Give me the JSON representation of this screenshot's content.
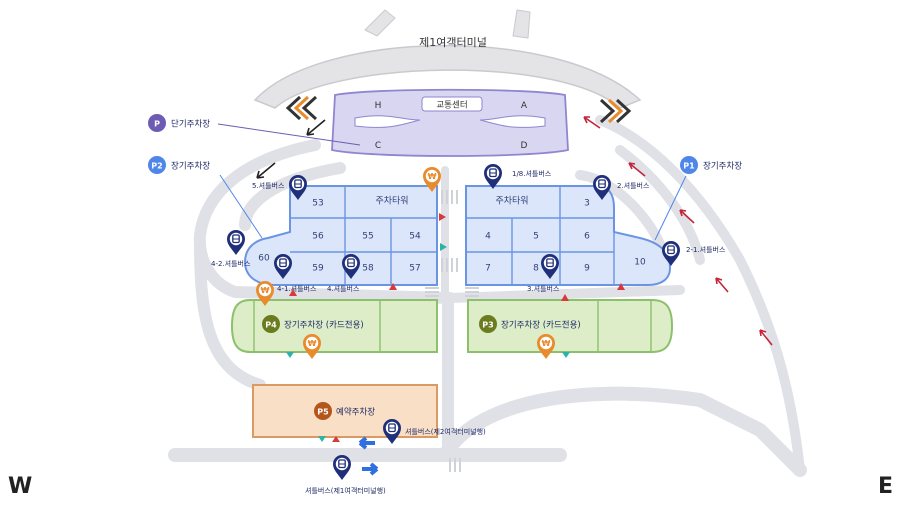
{
  "terminal": {
    "name": "제1여객터미널",
    "transport_center": "교통센터",
    "blocks": [
      "H",
      "A",
      "C",
      "D"
    ]
  },
  "legend": [
    {
      "badge": "P",
      "label": "단기주차장",
      "color": "#6e5cb4"
    },
    {
      "badge": "P2",
      "label": "장기주차장",
      "color": "#4f86ea"
    },
    {
      "badge": "P1",
      "label": "장기주차장",
      "color": "#4f86ea"
    }
  ],
  "west_lot": {
    "tower": "주차타워",
    "cells": [
      "53",
      "56",
      "55",
      "54",
      "59",
      "58",
      "57",
      "60"
    ]
  },
  "east_lot": {
    "tower": "주차타워",
    "cells": [
      "3",
      "4",
      "5",
      "6",
      "7",
      "8",
      "9",
      "10"
    ]
  },
  "p4": {
    "badge": "P4",
    "label": "장기주차장 (카드전용)"
  },
  "p3": {
    "badge": "P3",
    "label": "장기주차장 (카드전용)"
  },
  "p5": {
    "badge": "P5",
    "label": "예약주차장"
  },
  "bus_stops": {
    "s5": "5.셔틀버스",
    "s18": "1/8.셔틀버스",
    "s2": "2.셔틀버스",
    "s21": "2-1.셔틀버스",
    "s42": "4-2.셔틀버스",
    "s41": "4-1.셔틀버스",
    "s4": "4.셔틀버스",
    "s3": "3.셔틀버스",
    "t2": "셔틀버스(제2여객터미널행)",
    "t1": "셔틀버스(제1여객터미널행)"
  },
  "compass": {
    "west": "W",
    "east": "E"
  },
  "colors": {
    "terminal": "#d9d6f2",
    "terminal_stroke": "#8f86cf",
    "road": "#dfe1e6",
    "bus_pin": "#1f2f7a",
    "pay_pin": "#e98a2c"
  },
  "icons": [
    "shuttle-bus-icon",
    "won-payment-icon",
    "direction-arrow-icon"
  ]
}
